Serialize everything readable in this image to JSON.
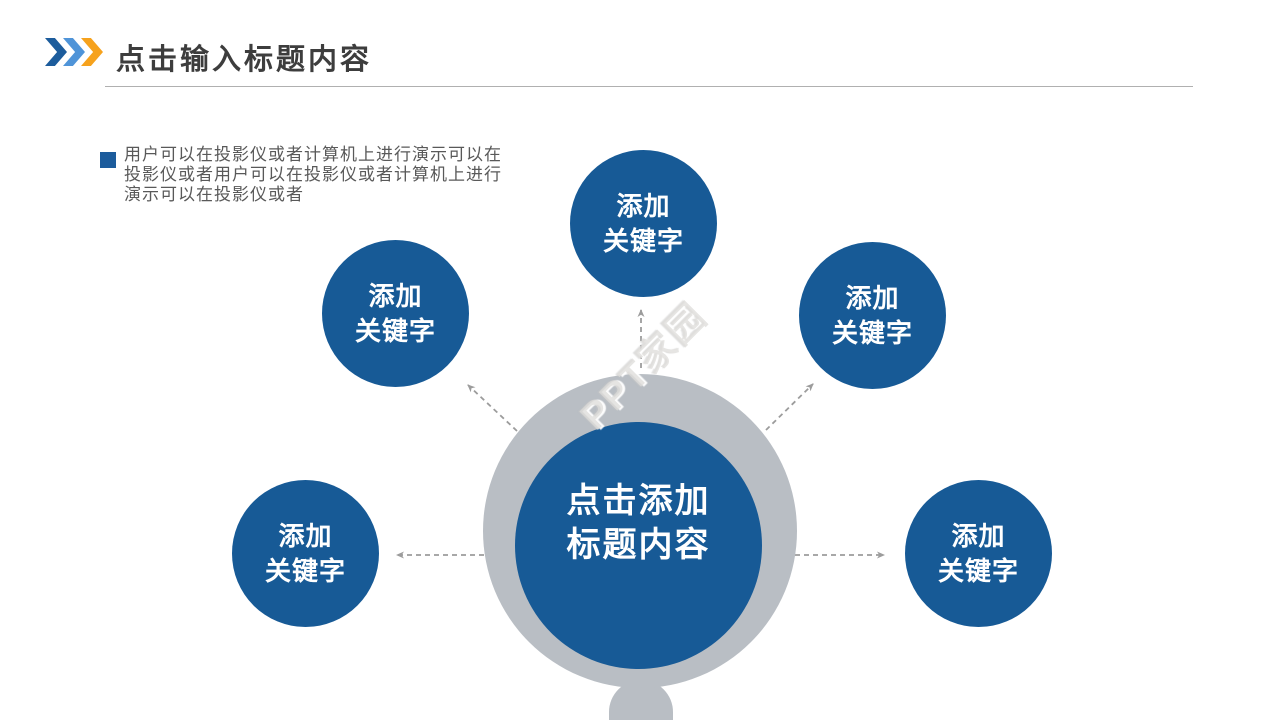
{
  "header": {
    "title": "点击输入标题内容",
    "chevron_colors": [
      "#1c5c9c",
      "#4f94d8",
      "#f6a21d"
    ]
  },
  "body_text": {
    "lines": [
      "用户可以在投影仪或者计算机上进行演示可以在",
      "投影仪或者用户可以在投影仪或者计算机上进行",
      "演示可以在投影仪或者"
    ]
  },
  "center": {
    "label_lines": [
      "点击添加",
      "标题内容"
    ]
  },
  "satellites": [
    {
      "position": "top",
      "label_lines": [
        "添加",
        "关键字"
      ]
    },
    {
      "position": "upper-left",
      "label_lines": [
        "添加",
        "关键字"
      ]
    },
    {
      "position": "upper-right",
      "label_lines": [
        "添加",
        "关键字"
      ]
    },
    {
      "position": "lower-left",
      "label_lines": [
        "添加",
        "关键字"
      ]
    },
    {
      "position": "lower-right",
      "label_lines": [
        "添加",
        "关键字"
      ]
    }
  ],
  "watermark": "PPT家园",
  "colors": {
    "primary_blue": "#175a96",
    "ring_gray": "#b9bec4",
    "arrow_gray": "#9c9c9c",
    "title_gray": "#3d3d3d",
    "body_gray": "#595959"
  }
}
